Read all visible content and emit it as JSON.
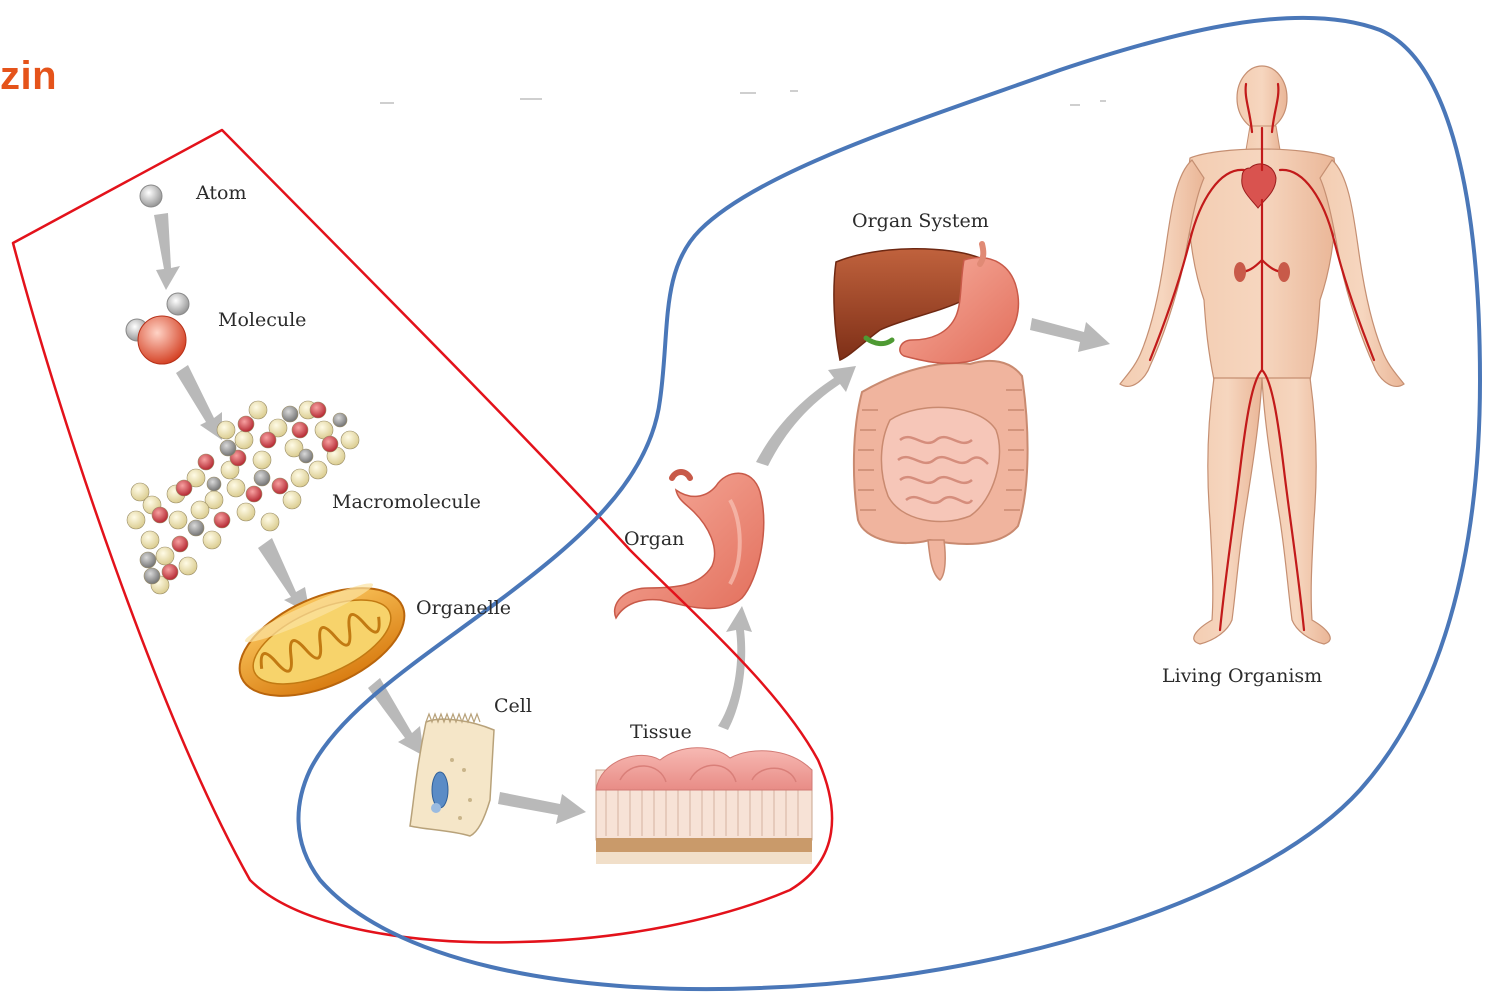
{
  "title_fragment": "zin",
  "levels": [
    {
      "id": "atom",
      "label": "Atom"
    },
    {
      "id": "molecule",
      "label": "Molecule"
    },
    {
      "id": "macromolecule",
      "label": "Macromolecule"
    },
    {
      "id": "organelle",
      "label": "Organelle"
    },
    {
      "id": "cell",
      "label": "Cell"
    },
    {
      "id": "tissue",
      "label": "Tissue"
    },
    {
      "id": "organ",
      "label": "Organ"
    },
    {
      "id": "organ_system",
      "label": "Organ System"
    },
    {
      "id": "organism",
      "label": "Living Organism"
    }
  ],
  "colors": {
    "title": "#e5531a",
    "red_outline": "#e3121b",
    "blue_outline": "#4a77b8",
    "arrow": "#b9b9b9",
    "tissue": "#f0a3a0",
    "stomach": "#f2917f",
    "liver": "#a84a2a",
    "intestine": "#f0b49e",
    "mito_outer": "#f3a429",
    "artery": "#c21a1a",
    "skin": "#f1c3a4"
  }
}
